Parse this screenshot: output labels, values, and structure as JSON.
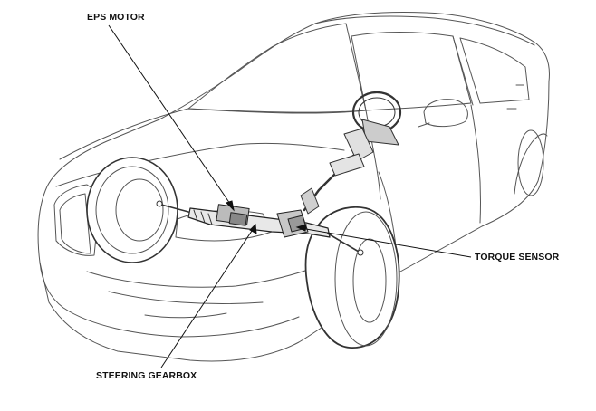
{
  "labels": {
    "eps_motor": "EPS MOTOR",
    "torque_sensor": "TORQUE SENSOR",
    "steering_gearbox": "STEERING GEARBOX"
  },
  "colors": {
    "outline": "#555555",
    "leader": "#111111",
    "component_dark": "#333333",
    "component_fill": "#d8d8d8"
  }
}
